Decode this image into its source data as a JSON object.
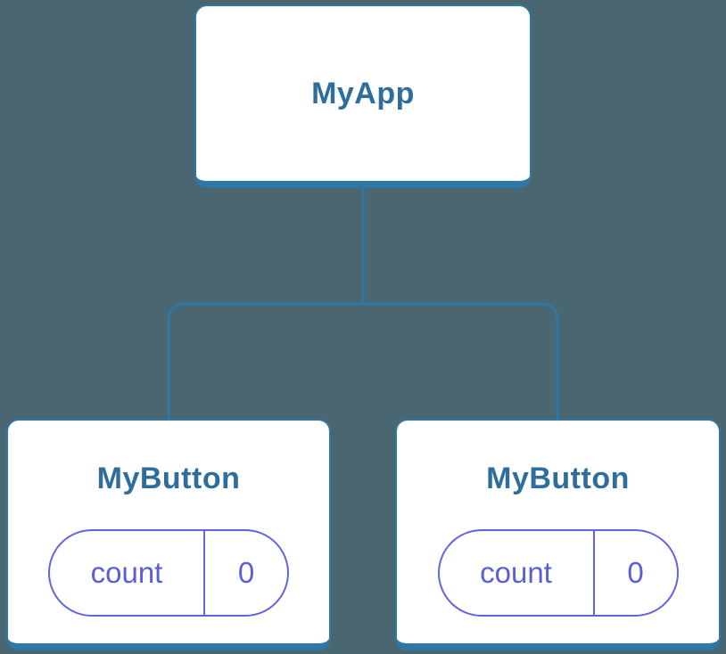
{
  "diagram": {
    "colors": {
      "background": "#4a6670",
      "accent": "#2e78a8",
      "node_fill": "#ffffff",
      "label": "#2e6e9d",
      "state": "#5a5fd8",
      "state_border": "#6165dd"
    },
    "root": {
      "label": "MyApp"
    },
    "children": [
      {
        "label": "MyButton",
        "state_key": "count",
        "state_value": "0"
      },
      {
        "label": "MyButton",
        "state_key": "count",
        "state_value": "0"
      }
    ]
  }
}
